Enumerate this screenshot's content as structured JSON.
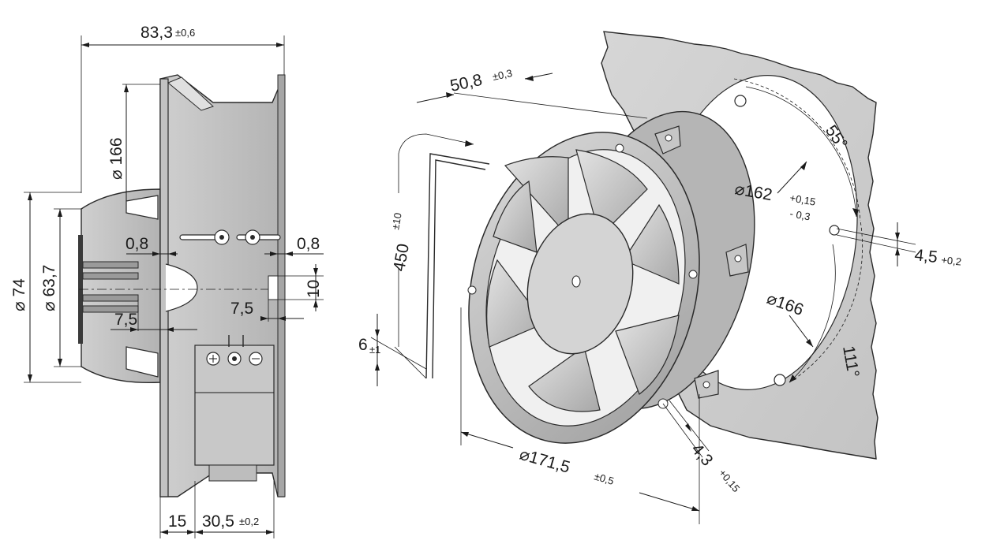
{
  "side_view": {
    "width_total": "83,3",
    "width_total_tol": "±0,6",
    "dia_166": "⌀ 166",
    "dia_74": "⌀ 74",
    "dia_63_7": "⌀ 63,7",
    "gap_left": "0,8",
    "gap_right": "0,8",
    "dim_10": "10",
    "dim_7_5_left": "7,5",
    "dim_7_5_right": "7,5",
    "dim_15": "15",
    "dim_30_5": "30,5",
    "dim_30_5_tol": "±0,2"
  },
  "iso_view": {
    "dim_50_8": "50,8",
    "dim_50_8_tol": "±0,3",
    "cable_450": "450",
    "cable_450_tol": "±10",
    "dim_6": "6",
    "dim_6_tol": "±1",
    "dia_171_5": "⌀171,5",
    "dia_171_5_tol": "±0,5",
    "hole_4_3": "4,3",
    "hole_4_3_tol": "+0,15"
  },
  "panel_view": {
    "angle_55": "55°",
    "dia_162": "⌀162",
    "dia_162_tol_upper": "+0,15",
    "dia_162_tol_lower": "- 0,3",
    "hole_4_5": "4,5",
    "hole_4_5_tol": "+0,2",
    "dia_166": "⌀166",
    "angle_111": "111°"
  }
}
